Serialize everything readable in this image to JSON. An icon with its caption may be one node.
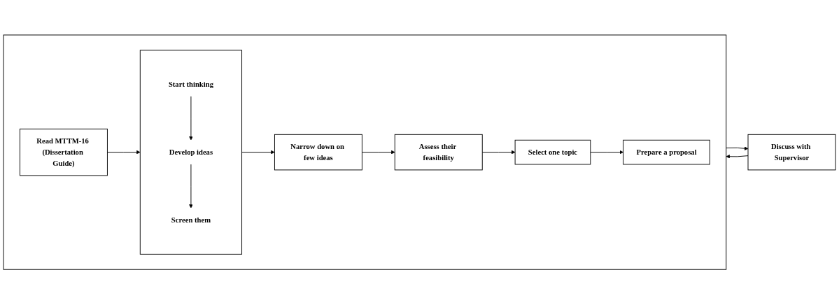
{
  "diagram": {
    "nodes": [
      {
        "text": [
          "Discuss with Supervisor"
        ]
      },
      {
        "text": [],
        "shape": "box"
      },
      {
        "text": [
          "Read MTTM-16 (Dissertation Guide)"
        ],
        "in": 1
      },
      {
        "text": [],
        "shape": "box",
        "in": 1
      },
      {
        "text": [
          "Start thinking"
        ],
        "in": 3
      },
      {
        "text": [
          "Develop ideas"
        ],
        "in": 3
      },
      {
        "text": [
          "Screen them"
        ],
        "in": 3
      },
      {
        "text": [
          "Narrow down on few ideas"
        ],
        "in": 1
      },
      {
        "text": [
          "Prepare a proposal"
        ],
        "in": 1
      },
      {
        "text": [
          "Select one topic"
        ],
        "in": 1
      },
      {
        "text": [
          "Assess their feasibility"
        ],
        "in": 1
      }
    ],
    "edges": [
      {
        "from": 0,
        "to": 1,
        "arrow": "to"
      },
      {
        "from": 1,
        "to": 0,
        "arrow": "to"
      },
      {
        "from": 2,
        "to": 3,
        "arrow": "to"
      },
      {
        "from": 4,
        "to": 5,
        "arrow": "to"
      },
      {
        "from": 5,
        "to": 6,
        "arrow": "to"
      },
      {
        "from": 3,
        "to": 7,
        "arrow": "to"
      },
      {
        "from": 7,
        "to": 10,
        "arrow": "to"
      },
      {
        "from": 10,
        "to": 9,
        "arrow": "to"
      },
      {
        "from": 9,
        "to": 8,
        "arrow": "to"
      }
    ]
  }
}
